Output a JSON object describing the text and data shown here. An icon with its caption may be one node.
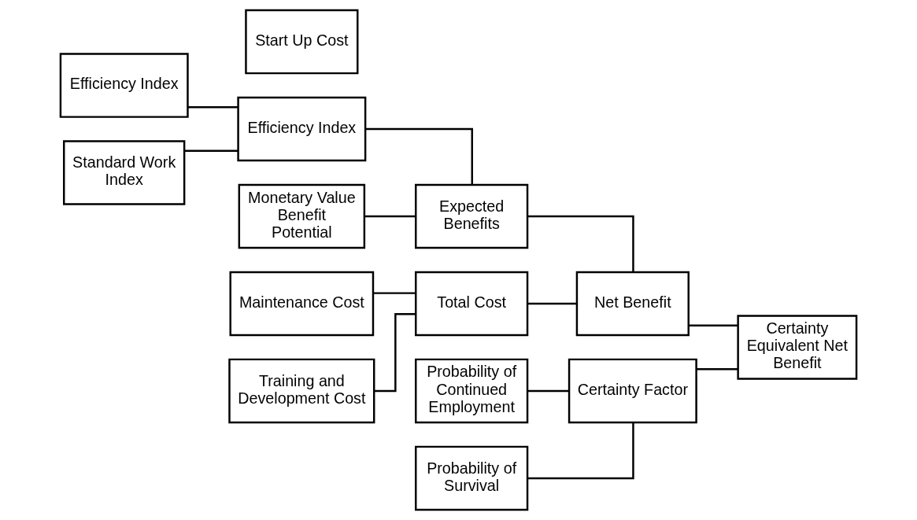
{
  "diagram": {
    "nodes": [
      {
        "text": [
          "Efficiency Index"
        ]
      },
      {
        "text": [
          "Standard Work Index"
        ]
      },
      {
        "text": [
          "Monetary Value Benefit Potential"
        ]
      },
      {
        "text": [
          "Efficiency Index"
        ]
      },
      {
        "text": [
          "Maintenance Cost"
        ]
      },
      {
        "text": [
          "Start Up Cost"
        ]
      },
      {
        "text": [
          "Training and Development Cost"
        ]
      },
      {
        "text": [
          "Expected Benefits"
        ]
      },
      {
        "text": [
          "Total Cost"
        ]
      },
      {
        "text": [
          "Probability of Continued Employment"
        ]
      },
      {
        "text": [
          "Probability of Survival"
        ]
      },
      {
        "text": [
          "Net Benefit"
        ]
      },
      {
        "text": [
          "Certainty Factor"
        ]
      },
      {
        "text": [
          "Certainty Equivalent Net Benefit"
        ]
      }
    ],
    "edges": [
      {
        "from": 0,
        "to": 3,
        "arrow": "none"
      },
      {
        "from": 1,
        "to": 3,
        "arrow": "none"
      },
      {
        "from": 2,
        "to": 7,
        "arrow": "none"
      },
      {
        "from": 3,
        "to": 7,
        "arrow": "none"
      },
      {
        "from": 4,
        "to": 8,
        "arrow": "none"
      },
      {
        "from": 6,
        "to": 8,
        "arrow": "none"
      },
      {
        "from": 7,
        "to": 11,
        "arrow": "none"
      },
      {
        "from": 8,
        "to": 11,
        "arrow": "none"
      },
      {
        "from": 9,
        "to": 12,
        "arrow": "none"
      },
      {
        "from": 10,
        "to": 12,
        "arrow": "none"
      },
      {
        "from": 11,
        "to": 13,
        "arrow": "none"
      },
      {
        "from": 12,
        "to": 13,
        "arrow": "none"
      }
    ]
  }
}
